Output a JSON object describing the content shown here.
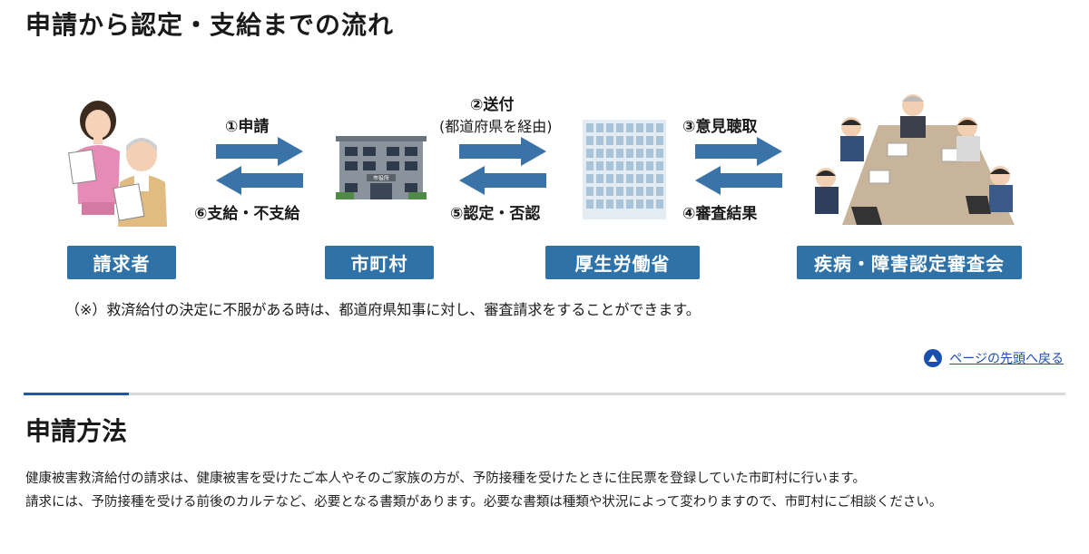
{
  "heading1": "申請から認定・支給までの流れ",
  "steps": {
    "s1": "①申請",
    "s2": "②送付",
    "s2_sub": "(都道府県を経由)",
    "s3": "③意見聴取",
    "s4": "④審査結果",
    "s5": "⑤認定・否認",
    "s6": "⑥支給・不支給"
  },
  "entities": {
    "claimant": "請求者",
    "municipality": "市町村",
    "ministry": "厚生労働省",
    "council": "疾病・障害認定審査会"
  },
  "building_sign": "市役所",
  "note": "（※）救済給付の決定に不服がある時は、都道府県知事に対し、審査請求をすることができます。",
  "back_to_top": "ページの先頭へ戻る",
  "heading2": "申請方法",
  "paragraphs": [
    "健康被害救済給付の請求は、健康被害を受けたご本人やそのご家族の方が、予防接種を受けたときに住民票を登録していた市町村に行います。",
    "請求には、予防接種を受ける前後のカルテなど、必要となる書類があります。必要な書類は種類や状況によって変わりますので、市町村にご相談ください。"
  ],
  "colors": {
    "entity_blue": "#2f72a8",
    "arrow_blue": "#3a73a8",
    "link_blue": "#1a4fb0"
  }
}
